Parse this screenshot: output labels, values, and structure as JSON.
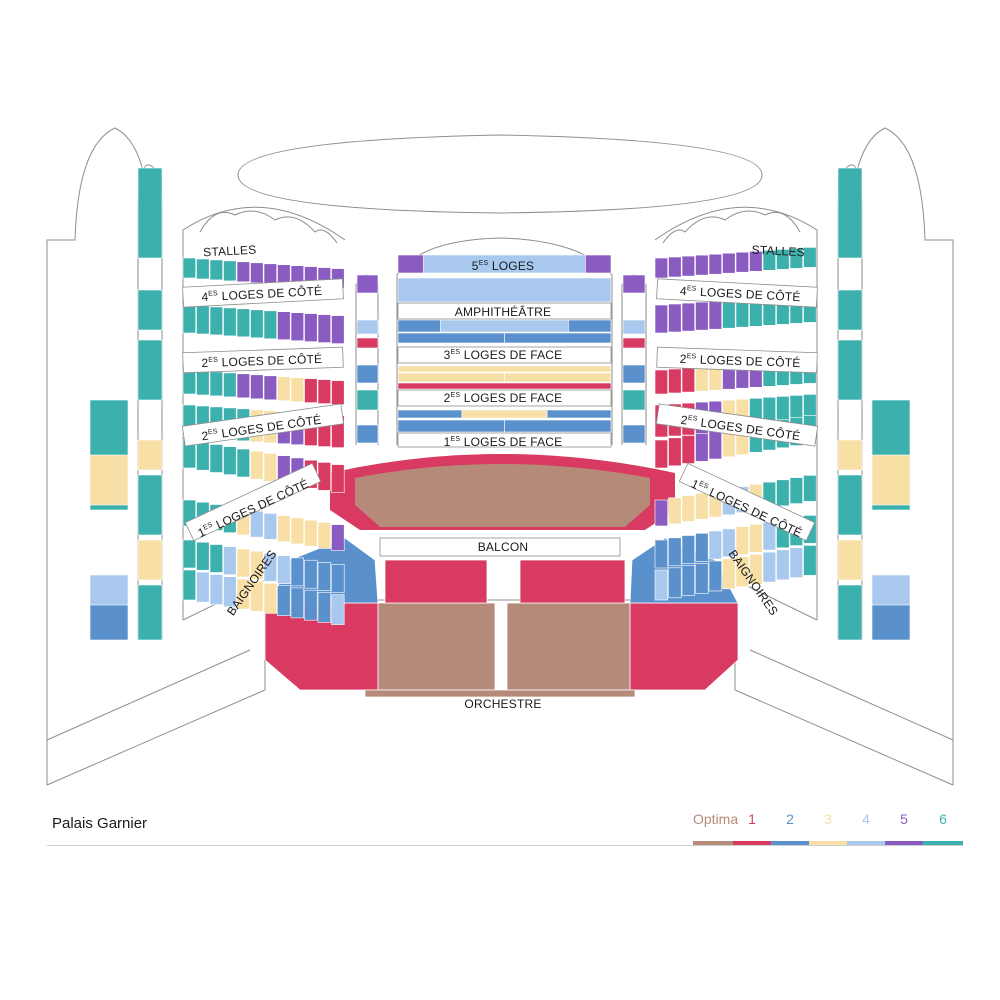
{
  "venue": {
    "name": "Palais Garnier"
  },
  "colors": {
    "optima": "#b58a79",
    "cat1": "#d83a62",
    "cat2": "#5a91cd",
    "cat3": "#f7dfa6",
    "cat4": "#a9c8ee",
    "cat5": "#8a5cc2",
    "cat6": "#3cb0ad",
    "outline": "#8e8e8e"
  },
  "legend": [
    {
      "label": "Optima",
      "color": "#b58a79"
    },
    {
      "label": "1",
      "color": "#d83a62"
    },
    {
      "label": "2",
      "color": "#5a91cd"
    },
    {
      "label": "3",
      "color": "#f7dfa6"
    },
    {
      "label": "4",
      "color": "#a9c8ee"
    },
    {
      "label": "5",
      "color": "#8a5cc2"
    },
    {
      "label": "6",
      "color": "#3cb0ad"
    }
  ],
  "zones": {
    "stalles_left": {
      "text": "STALLES"
    },
    "stalles_right": {
      "text": "STALLES"
    },
    "loges5": {
      "num": "5",
      "sup": "ES",
      "text": "LOGES"
    },
    "amphitheatre": {
      "text": "AMPHITHÉÂTRE"
    },
    "loges4_left": {
      "num": "4",
      "sup": "ES",
      "text": "LOGES DE CÔTÉ"
    },
    "loges4_right": {
      "num": "4",
      "sup": "ES",
      "text": "LOGES DE CÔTÉ"
    },
    "loges3_face": {
      "num": "3",
      "sup": "ES",
      "text": "LOGES DE FACE"
    },
    "loges2_left_a": {
      "num": "2",
      "sup": "ES",
      "text": "LOGES DE CÔTÉ"
    },
    "loges2_right_a": {
      "num": "2",
      "sup": "ES",
      "text": "LOGES DE CÔTÉ"
    },
    "loges2_face": {
      "num": "2",
      "sup": "ES",
      "text": "LOGES DE FACE"
    },
    "loges2_left_b": {
      "num": "2",
      "sup": "ES",
      "text": "LOGES DE CÔTÉ"
    },
    "loges2_right_b": {
      "num": "2",
      "sup": "ES",
      "text": "LOGES DE CÔTÉ"
    },
    "loges1_face": {
      "num": "1",
      "sup": "ES",
      "text": "LOGES DE FACE"
    },
    "loges1_left": {
      "num": "1",
      "sup": "ES",
      "text": "LOGES DE CÔTÉ"
    },
    "loges1_right": {
      "num": "1",
      "sup": "ES",
      "text": "LOGES DE CÔTÉ"
    },
    "balcon": {
      "text": "BALCON"
    },
    "baignoires_left": {
      "text": "BAIGNOIRES"
    },
    "baignoires_right": {
      "text": "BAIGNOIRES"
    },
    "orchestre": {
      "text": "ORCHESTRE"
    }
  }
}
